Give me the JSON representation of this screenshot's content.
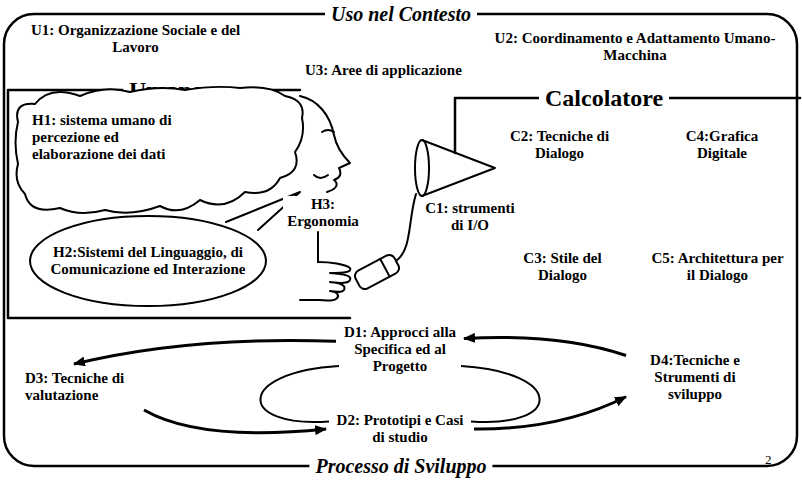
{
  "diagram": {
    "nodes": [
      {
        "text": [
          "Uso nel Contesto",
          "Processo di Sviluppo"
        ]
      },
      {
        "text": [
          "Umano"
        ],
        "in": 0
      },
      {
        "text": [
          "H1: sistema umano di percezione ed elaborazione dei dati"
        ],
        "in": 1
      },
      {
        "text": [
          "H2:Sistemi del Linguaggio, di Comunicazione ed Interazione"
        ],
        "in": 1
      },
      {
        "text": [
          "Calcolatore"
        ],
        "in": 0
      },
      {
        "text": [
          "D1: Approcci alla Specifica ed al Progetto"
        ],
        "in": 0
      },
      {
        "text": [
          "D2: Prototipi e Casi di studio"
        ],
        "in": 0
      },
      {
        "text": [
          "D3: Tecniche di valutazione"
        ],
        "in": 0
      },
      {
        "text": [
          "D4:Tecniche e Strumenti di sviluppo"
        ],
        "in": 0
      }
    ],
    "edges": [
      {
        "from": 5,
        "to": 7,
        "arrow": "to"
      },
      {
        "from": 7,
        "to": 6,
        "arrow": "to"
      },
      {
        "from": 6,
        "to": 8,
        "arrow": "to"
      },
      {
        "from": 8,
        "to": 5,
        "arrow": "to"
      },
      {
        "from": 5,
        "to": 6,
        "arrow": "none"
      },
      {
        "from": 5,
        "to": 6,
        "arrow": "none"
      }
    ],
    "labels": [
      "U1: Organizzazione Sociale e del Lavoro",
      "U2: Coordinamento e Adattamento Umano-Macchina",
      "U3: Aree di applicazione",
      "H3: Ergonomia",
      "C1: strumenti di I/O",
      "C2: Tecniche di Dialogo",
      "C3: Stile del Dialogo",
      "C4:Grafica Digitale",
      "C5: Architettura per il Dialogo",
      "2"
    ]
  }
}
